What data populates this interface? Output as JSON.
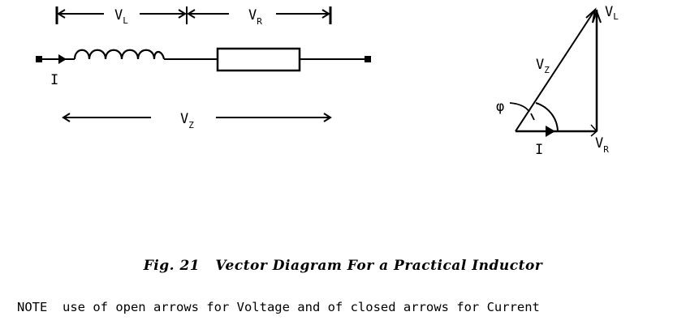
{
  "circuit": {
    "current_label": "I",
    "voltage_inductor": {
      "main": "V",
      "sub": "L"
    },
    "voltage_resistor": {
      "main": "V",
      "sub": "R"
    },
    "voltage_total": {
      "main": "V",
      "sub": "Z"
    }
  },
  "phasor": {
    "vl_label": {
      "main": "V",
      "sub": "L"
    },
    "vr_label": {
      "main": "V",
      "sub": "R"
    },
    "vz_label": {
      "main": "V",
      "sub": "Z"
    },
    "current_label": "I",
    "angle_label": "φ"
  },
  "caption": {
    "fig": "Fig. 21",
    "title": "Vector Diagram For a Practical Inductor"
  },
  "note": {
    "text": "NOTE  use of open arrows for Voltage and of closed arrows for Current"
  }
}
